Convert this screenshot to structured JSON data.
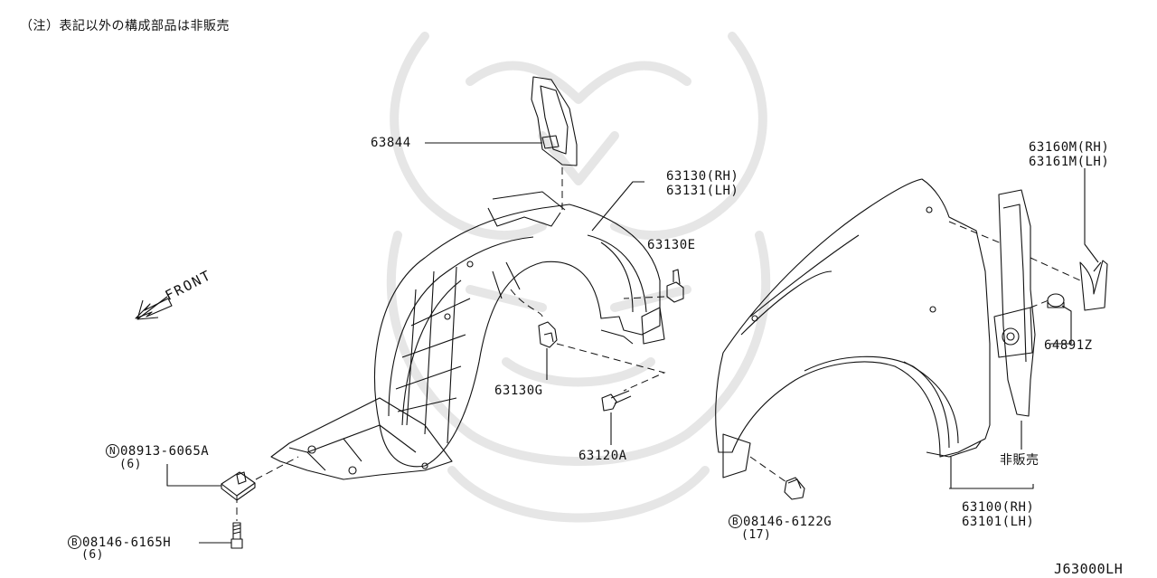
{
  "note": "（注）表記以外の構成部品は非販売",
  "diagram_code": "J63000LH",
  "direction_label": "FRONT",
  "watermark": "samurai-helmet-logo",
  "parts": {
    "p63844": "63844",
    "p63130_rh": "63130(RH)",
    "p63131_lh": "63131(LH)",
    "p63130e": "63130E",
    "p63130g": "63130G",
    "p63120a": "63120A",
    "p63160m_rh": "63160M(RH)",
    "p63161m_lh": "63161M(LH)",
    "p64891z": "64891Z",
    "not_sold": "非販売",
    "p63100_rh": "63100(RH)",
    "p63101_lh": "63101(LH)",
    "nut_prefix": "N",
    "nut_number": "08913-6065A",
    "nut_qty": "(6)",
    "bolt_a_prefix": "B",
    "bolt_a_number": "08146-6165H",
    "bolt_a_qty": "(6)",
    "bolt_b_prefix": "B",
    "bolt_b_number": "08146-6122G",
    "bolt_b_qty": "(17)"
  },
  "colors": {
    "line": "#111111",
    "watermark": "#e9e9e9"
  }
}
